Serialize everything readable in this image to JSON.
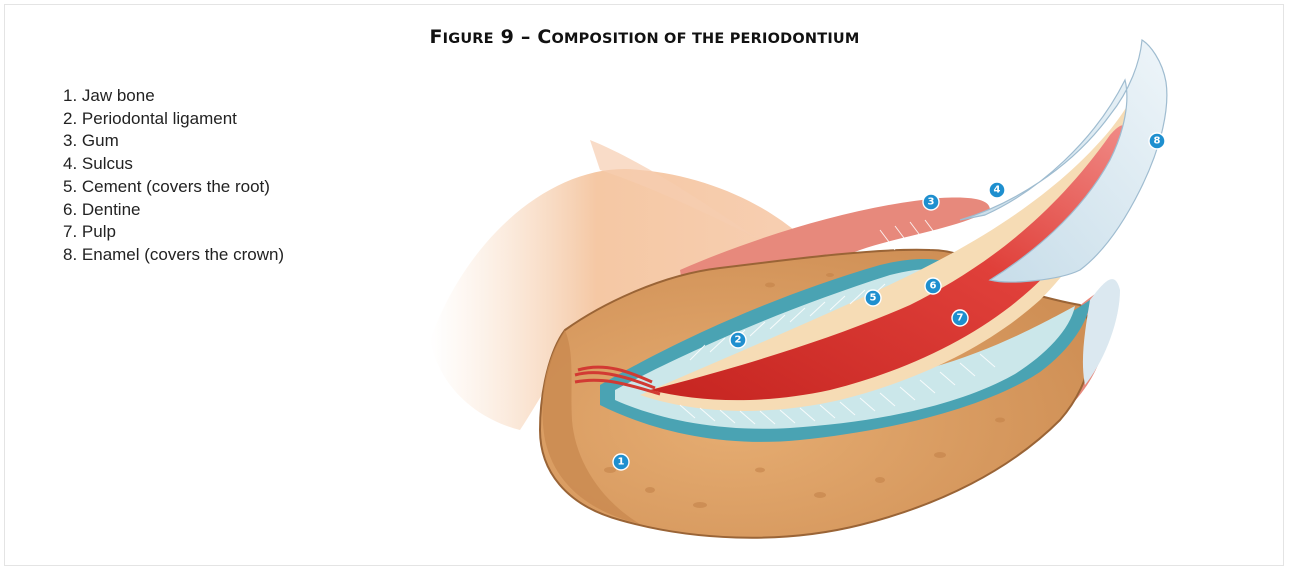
{
  "figure": {
    "title_parts": [
      {
        "text": "F",
        "style": "cap"
      },
      {
        "text": "IGURE",
        "style": "sc"
      },
      {
        "text": " 9 – C",
        "style": "cap"
      },
      {
        "text": "OMPOSITION OF THE PERIODONTIUM",
        "style": "sc"
      }
    ]
  },
  "legend": [
    "1. Jaw bone",
    "2. Periodontal ligament",
    "3. Gum",
    "4. Sulcus",
    "5. Cement (covers the root)",
    "6. Dentine",
    "7. Pulp",
    "8. Enamel (covers the crown)"
  ],
  "markers": [
    "1",
    "2",
    "3",
    "4",
    "5",
    "6",
    "7",
    "8"
  ],
  "colors": {
    "marker": "#1e8fcf",
    "bone": "#d79a5f",
    "gum": "#e3857a",
    "ligament": "#4aa3b3",
    "cement": "#c7e6e8",
    "dentine": "#f6dcb5",
    "pulp": "#d8302b",
    "enamel": "#d6e6ef",
    "soft_tissue": "#f1b98f"
  }
}
